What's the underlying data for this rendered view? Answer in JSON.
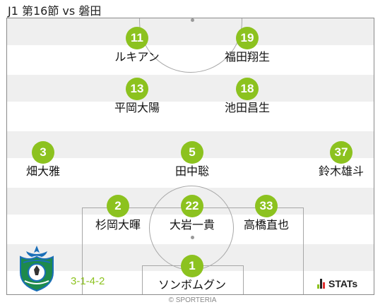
{
  "title": "J1 第16節 vs 磐田",
  "formation": "3-1-4-2",
  "copyright": "© SPORTERIA",
  "brand": "STATs",
  "colors": {
    "accent": "#8cc21f",
    "stripe_dark": "#efefef",
    "line": "#a7a7a7"
  },
  "players": [
    {
      "number": "11",
      "name": "ルキアン"
    },
    {
      "number": "19",
      "name": "福田翔生"
    },
    {
      "number": "13",
      "name": "平岡大陽"
    },
    {
      "number": "18",
      "name": "池田昌生"
    },
    {
      "number": "3",
      "name": "畑大雅"
    },
    {
      "number": "5",
      "name": "田中聡"
    },
    {
      "number": "37",
      "name": "鈴木雄斗"
    },
    {
      "number": "2",
      "name": "杉岡大暉"
    },
    {
      "number": "22",
      "name": "大岩一貴"
    },
    {
      "number": "33",
      "name": "高橋直也"
    },
    {
      "number": "1",
      "name": "ソンボムグン"
    }
  ]
}
